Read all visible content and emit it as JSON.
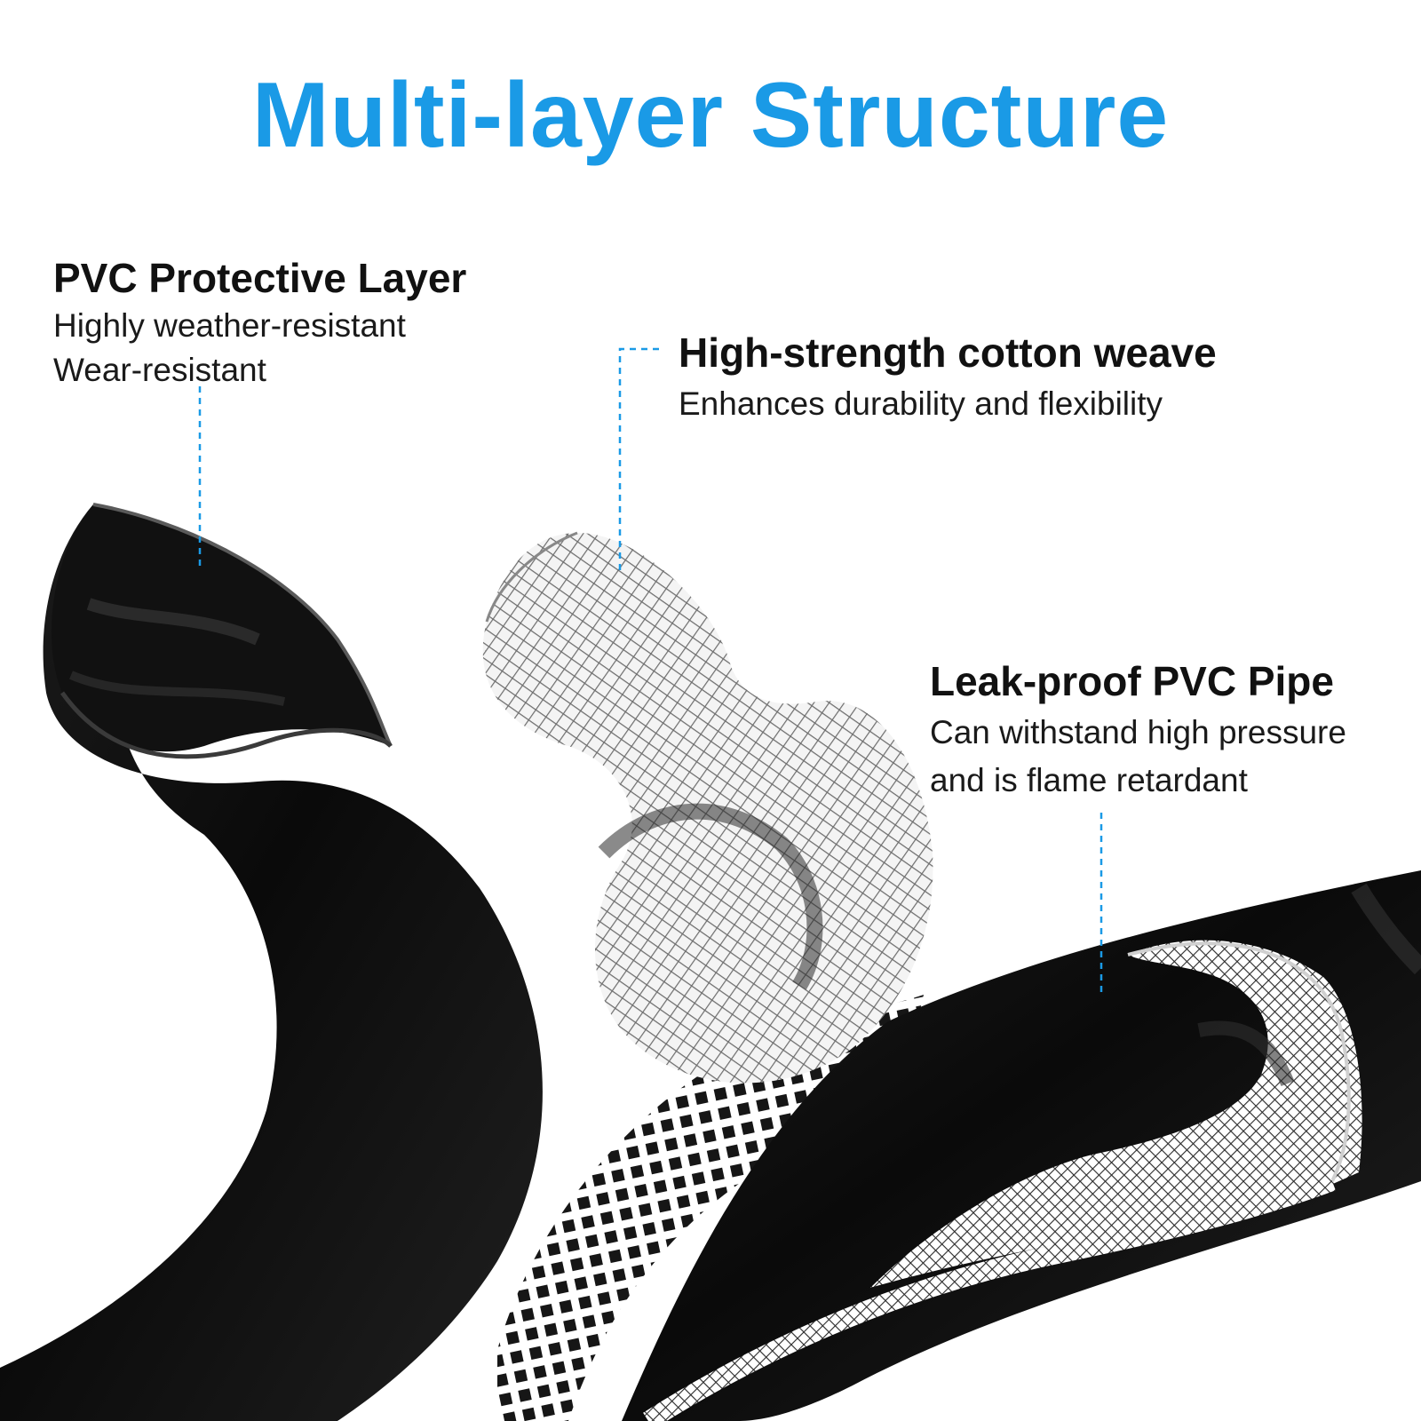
{
  "title": "Multi-layer Structure",
  "colors": {
    "accent": "#1a9ae6",
    "hose": "#0d0d0d",
    "mesh": "#9a9a9a"
  },
  "callouts": [
    {
      "heading": "PVC Protective Layer",
      "lines": [
        "Highly weather-resistant",
        "Wear-resistant"
      ]
    },
    {
      "heading": "High-strength cotton weave",
      "lines": [
        "Enhances durability and flexibility"
      ]
    },
    {
      "heading": "Leak-proof PVC Pipe",
      "lines": [
        "Can withstand high pressure",
        "and is flame retardant"
      ]
    }
  ]
}
